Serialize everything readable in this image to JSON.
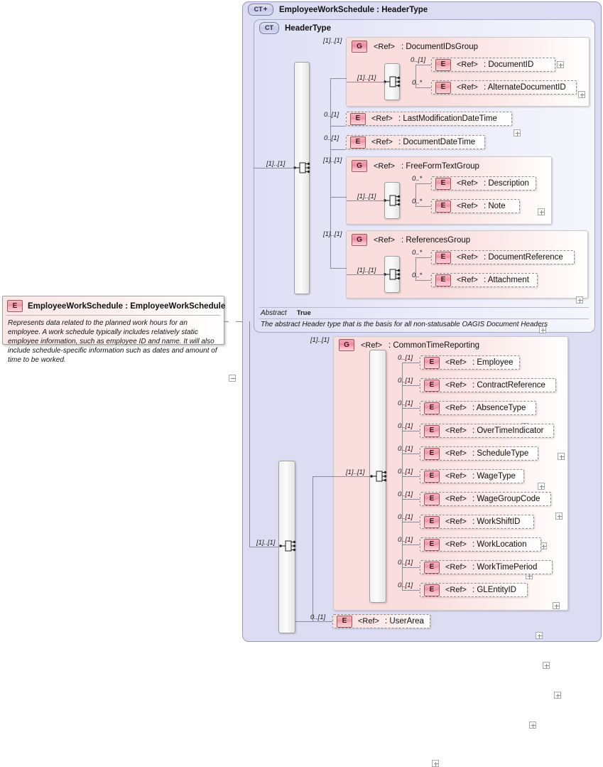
{
  "diagram": {
    "type": "xml-schema-diagram",
    "title": "EmployeeWorkSchedule : HeaderType"
  },
  "root_element": {
    "badge": "E",
    "name": "EmployeeWorkSchedule",
    "type": "EmployeeWorkSchedule",
    "label": "EmployeeWorkSchedule : EmployeeWorkSchedule",
    "documentation": "Represents data related to the planned work hours for an employee. A work schedule typically includes relatively static employee information, such as employee ID and name.  It will also include schedule-specific information such as dates and amount of time to be worked.",
    "collapse_icon": "minus-icon"
  },
  "outer_container": {
    "badge": "CT",
    "badge_suffix": "+",
    "label": "EmployeeWorkSchedule : HeaderType"
  },
  "header_type": {
    "badge": "CT",
    "label": "HeaderType",
    "abstract_key": "Abstract",
    "abstract_value": "True",
    "annotation": "The abstract Header type that is the basis for all non-statusable OAGIS Document Headers",
    "sequence_cardinality": "[1]..[1]",
    "children": [
      {
        "kind": "group",
        "badge": "G",
        "ref": "<Ref>",
        "name": ": DocumentIDsGroup",
        "cardinality": "[1]..[1]",
        "inner_cardinality": "[1]..[1]",
        "items": [
          {
            "badge": "E",
            "ref": "<Ref>",
            "name": ": DocumentID",
            "cardinality": "0..[1]",
            "expander": "plus"
          },
          {
            "badge": "E",
            "ref": "<Ref>",
            "name": ": AlternateDocumentID",
            "cardinality": "0..*",
            "expander": "plus"
          }
        ]
      },
      {
        "kind": "element",
        "badge": "E",
        "ref": "<Ref>",
        "name": ": LastModificationDateTime",
        "cardinality": "0..[1]",
        "expander": "plus"
      },
      {
        "kind": "element",
        "badge": "E",
        "ref": "<Ref>",
        "name": ": DocumentDateTime",
        "cardinality": "0..[1]",
        "expander": "plus"
      },
      {
        "kind": "group",
        "badge": "G",
        "ref": "<Ref>",
        "name": ": FreeFormTextGroup",
        "cardinality": "[1]..[1]",
        "inner_cardinality": "[1]..[1]",
        "items": [
          {
            "badge": "E",
            "ref": "<Ref>",
            "name": ": Description",
            "cardinality": "0..*",
            "expander": "plus"
          },
          {
            "badge": "E",
            "ref": "<Ref>",
            "name": ": Note",
            "cardinality": "0..*",
            "expander": "plus"
          }
        ]
      },
      {
        "kind": "group",
        "badge": "G",
        "ref": "<Ref>",
        "name": ": ReferencesGroup",
        "cardinality": "[1]..[1]",
        "inner_cardinality": "[1]..[1]",
        "items": [
          {
            "badge": "E",
            "ref": "<Ref>",
            "name": ": DocumentReference",
            "cardinality": "0..*",
            "expander": "plus"
          },
          {
            "badge": "E",
            "ref": "<Ref>",
            "name": ": Attachment",
            "cardinality": "0..*",
            "expander": "plus"
          }
        ]
      }
    ]
  },
  "body_sequence": {
    "cardinality": "[1]..[1]",
    "children": [
      {
        "kind": "group",
        "badge": "G",
        "ref": "<Ref>",
        "name": ": CommonTimeReporting",
        "cardinality": "[1]..[1]",
        "inner_cardinality": "[1]..[1]",
        "items": [
          {
            "badge": "E",
            "ref": "<Ref>",
            "name": ": Employee",
            "cardinality": "0..[1]",
            "expander": "plus"
          },
          {
            "badge": "E",
            "ref": "<Ref>",
            "name": ": ContractReference",
            "cardinality": "0..[1]",
            "expander": "plus"
          },
          {
            "badge": "E",
            "ref": "<Ref>",
            "name": ": AbsenceType",
            "cardinality": "0..[1]",
            "expander": "plus"
          },
          {
            "badge": "E",
            "ref": "<Ref>",
            "name": ": OverTimeIndicator",
            "cardinality": "0..[1]",
            "expander": "plus"
          },
          {
            "badge": "E",
            "ref": "<Ref>",
            "name": ": ScheduleType",
            "cardinality": "0..[1]",
            "expander": "plus"
          },
          {
            "badge": "E",
            "ref": "<Ref>",
            "name": ": WageType",
            "cardinality": "0..[1]",
            "expander": "plus"
          },
          {
            "badge": "E",
            "ref": "<Ref>",
            "name": ": WageGroupCode",
            "cardinality": "0..[1]",
            "expander": "plus"
          },
          {
            "badge": "E",
            "ref": "<Ref>",
            "name": ": WorkShiftID",
            "cardinality": "0..[1]",
            "expander": "plus"
          },
          {
            "badge": "E",
            "ref": "<Ref>",
            "name": ": WorkLocation",
            "cardinality": "0..[1]",
            "expander": "plus"
          },
          {
            "badge": "E",
            "ref": "<Ref>",
            "name": ": WorkTimePeriod",
            "cardinality": "0..[1]",
            "expander": "plus"
          },
          {
            "badge": "E",
            "ref": "<Ref>",
            "name": ": GLEntityID",
            "cardinality": "0..[1]",
            "expander": "plus"
          }
        ]
      },
      {
        "kind": "element",
        "badge": "E",
        "ref": "<Ref>",
        "name": ": UserArea",
        "cardinality": "0..[1]",
        "expander": "plus"
      }
    ]
  },
  "icons": {
    "sequence": "sequence-compositor-icon",
    "expand": "expand-plus-icon",
    "collapse": "collapse-minus-icon"
  }
}
